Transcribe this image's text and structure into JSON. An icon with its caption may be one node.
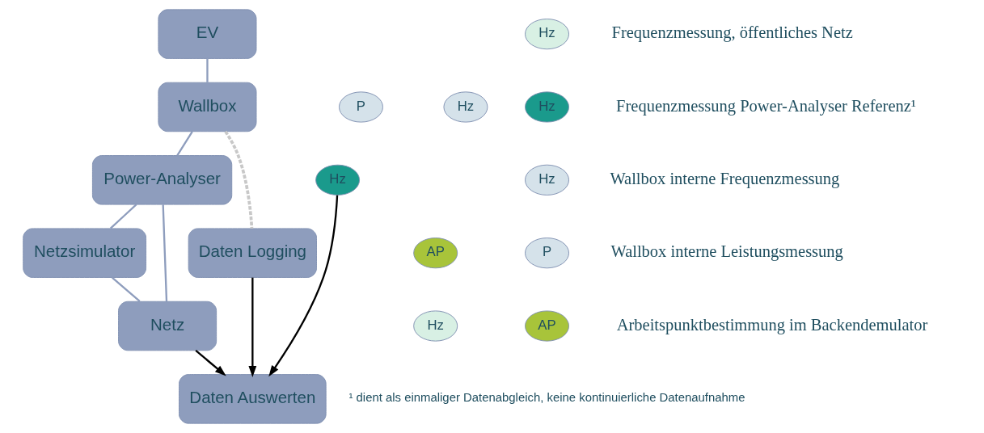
{
  "diagram": {
    "nodes": [
      {
        "text": [
          "EV"
        ]
      },
      {
        "text": [
          "Wallbox"
        ]
      },
      {
        "text": [
          "P"
        ]
      },
      {
        "text": [
          "Hz"
        ]
      },
      {
        "text": [
          "Power-Analyser"
        ]
      },
      {
        "text": [
          "Hz"
        ]
      },
      {
        "text": [
          "Netzsimulator"
        ]
      },
      {
        "text": [
          "Daten Logging"
        ]
      },
      {
        "text": [
          "AP"
        ]
      },
      {
        "text": [
          "Netz"
        ]
      },
      {
        "text": [
          "Hz"
        ]
      },
      {
        "text": [
          "Daten Auswerten"
        ]
      },
      {
        "text": [
          "Hz"
        ],
        "beside": [
          "Frequenzmessung, öffentliches Netz"
        ]
      },
      {
        "text": [
          "Hz"
        ],
        "beside": [
          "Frequenzmessung Power-Analyser Referenz¹"
        ]
      },
      {
        "text": [
          "Hz"
        ],
        "beside": [
          "Wallbox interne Frequenzmessung"
        ]
      },
      {
        "text": [
          "P"
        ],
        "beside": [
          "Wallbox interne Leistungsmessung"
        ]
      },
      {
        "text": [
          "AP"
        ],
        "beside": [
          "Arbeitspunktbestimmung im Backendemulator"
        ]
      }
    ],
    "edges": [
      {
        "from": 0,
        "to": 1,
        "arrow": "none"
      },
      {
        "from": 1,
        "to": 4,
        "arrow": "none"
      },
      {
        "from": 4,
        "to": 6,
        "arrow": "none"
      },
      {
        "from": 4,
        "to": 9,
        "arrow": "none"
      },
      {
        "from": 6,
        "to": 9,
        "arrow": "none"
      },
      {
        "from": 1,
        "to": 7,
        "arrow": "none",
        "style": "dashed"
      },
      {
        "from": 7,
        "to": 11,
        "arrow": "to",
        "color": "#000000"
      },
      {
        "from": 5,
        "to": 11,
        "arrow": "to",
        "color": "#000000"
      },
      {
        "from": 9,
        "to": 11,
        "arrow": "to",
        "color": "#000000"
      }
    ],
    "labels": [
      "¹ dient als einmaliger Datenabgleich, keine kontinuierliche Datenaufnahme"
    ]
  }
}
